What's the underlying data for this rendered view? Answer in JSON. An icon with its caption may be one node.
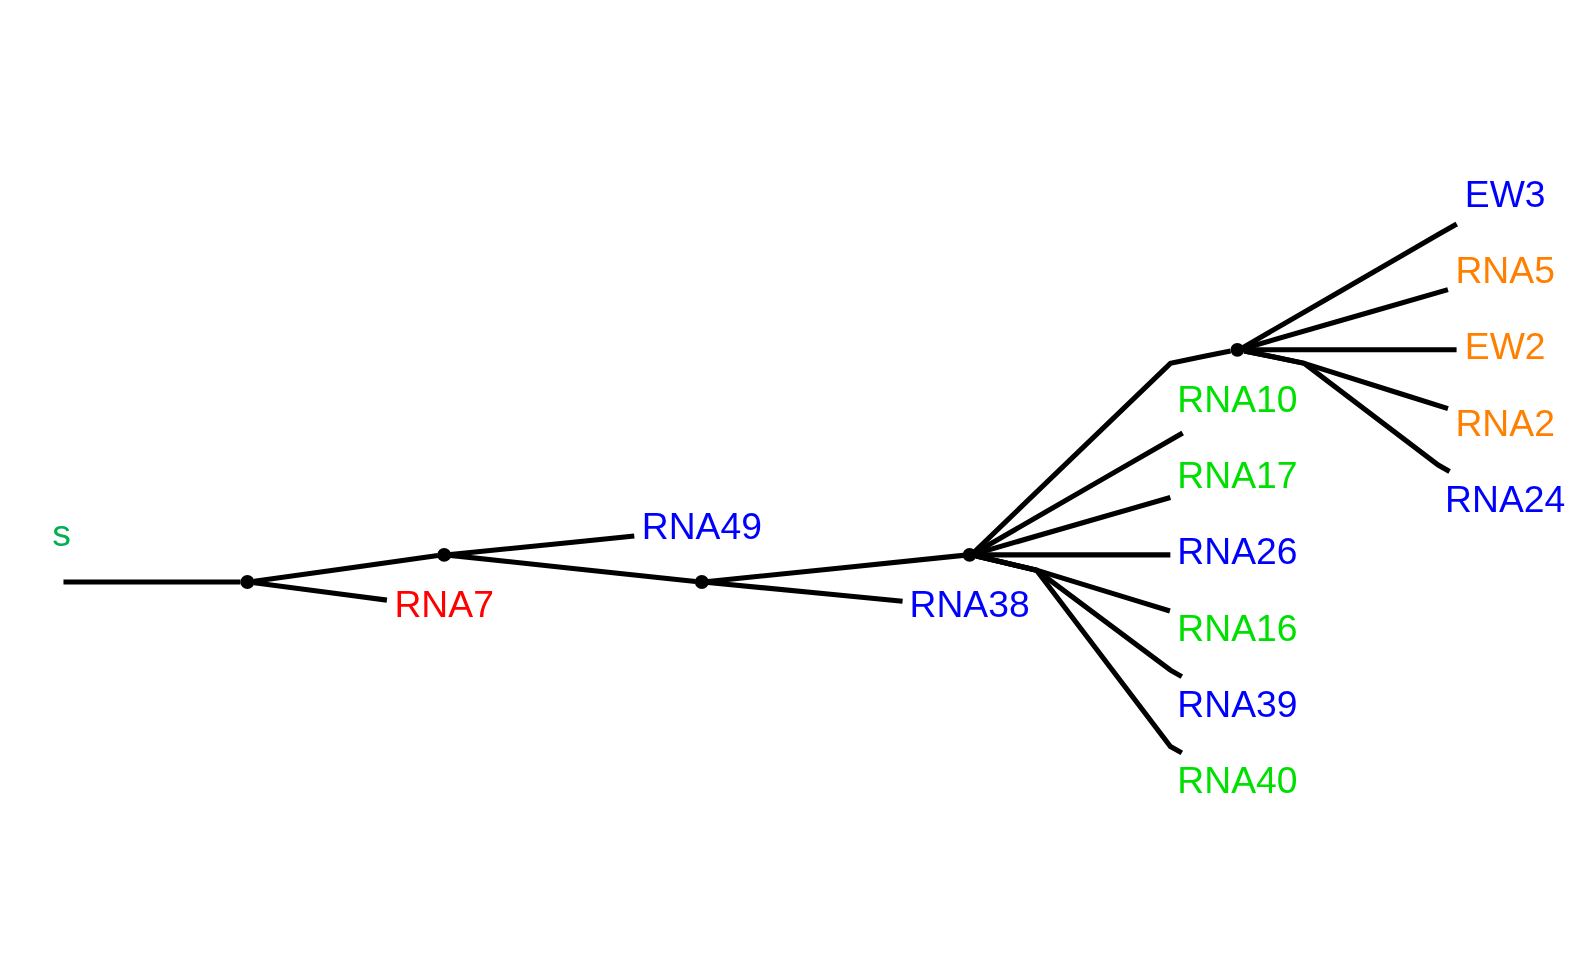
{
  "diagram": {
    "nodes": [
      {
        "text": [],
        "shape": "point"
      },
      {
        "text": [],
        "shape": "point"
      },
      {
        "text": [
          "RNA49"
        ]
      },
      {
        "text": [],
        "shape": "point"
      },
      {
        "text": [],
        "shape": "point"
      },
      {
        "text": [],
        "shape": "point"
      },
      {
        "text": [
          "EW3"
        ]
      },
      {
        "text": [
          "RNA5"
        ]
      },
      {
        "text": [
          "EW2"
        ]
      },
      {
        "text": [
          "RNA2"
        ]
      },
      {
        "text": [
          "RNA24"
        ]
      },
      {
        "text": [
          "RNA10"
        ]
      },
      {
        "text": [
          "RNA17"
        ]
      },
      {
        "text": [
          "RNA26"
        ]
      },
      {
        "text": [
          "RNA16"
        ]
      },
      {
        "text": [
          "RNA39"
        ]
      },
      {
        "text": [
          "RNA40"
        ]
      },
      {
        "text": [
          "RNA38"
        ]
      },
      {
        "text": [
          "RNA7"
        ]
      }
    ],
    "edges": [
      {
        "from": null,
        "to": 0,
        "arrow": "none"
      },
      {
        "from": 0,
        "to": 1,
        "arrow": "none"
      },
      {
        "from": 0,
        "to": 18,
        "arrow": "none"
      },
      {
        "from": 1,
        "to": 2,
        "arrow": "none"
      },
      {
        "from": 1,
        "to": 3,
        "arrow": "none"
      },
      {
        "from": 3,
        "to": 4,
        "arrow": "none"
      },
      {
        "from": 3,
        "to": 17,
        "arrow": "none"
      },
      {
        "from": 4,
        "to": 5,
        "arrow": "none"
      },
      {
        "from": 4,
        "to": 11,
        "arrow": "none"
      },
      {
        "from": 4,
        "to": 12,
        "arrow": "none"
      },
      {
        "from": 4,
        "to": 13,
        "arrow": "none"
      },
      {
        "from": 4,
        "to": 14,
        "arrow": "none"
      },
      {
        "from": 4,
        "to": 15,
        "arrow": "none"
      },
      {
        "from": 4,
        "to": 16,
        "arrow": "none"
      },
      {
        "from": 5,
        "to": 6,
        "arrow": "none"
      },
      {
        "from": 5,
        "to": 7,
        "arrow": "none"
      },
      {
        "from": 5,
        "to": 8,
        "arrow": "none"
      },
      {
        "from": 5,
        "to": 9,
        "arrow": "none"
      },
      {
        "from": 5,
        "to": 10,
        "arrow": "none"
      }
    ],
    "labels": [
      "s"
    ]
  }
}
